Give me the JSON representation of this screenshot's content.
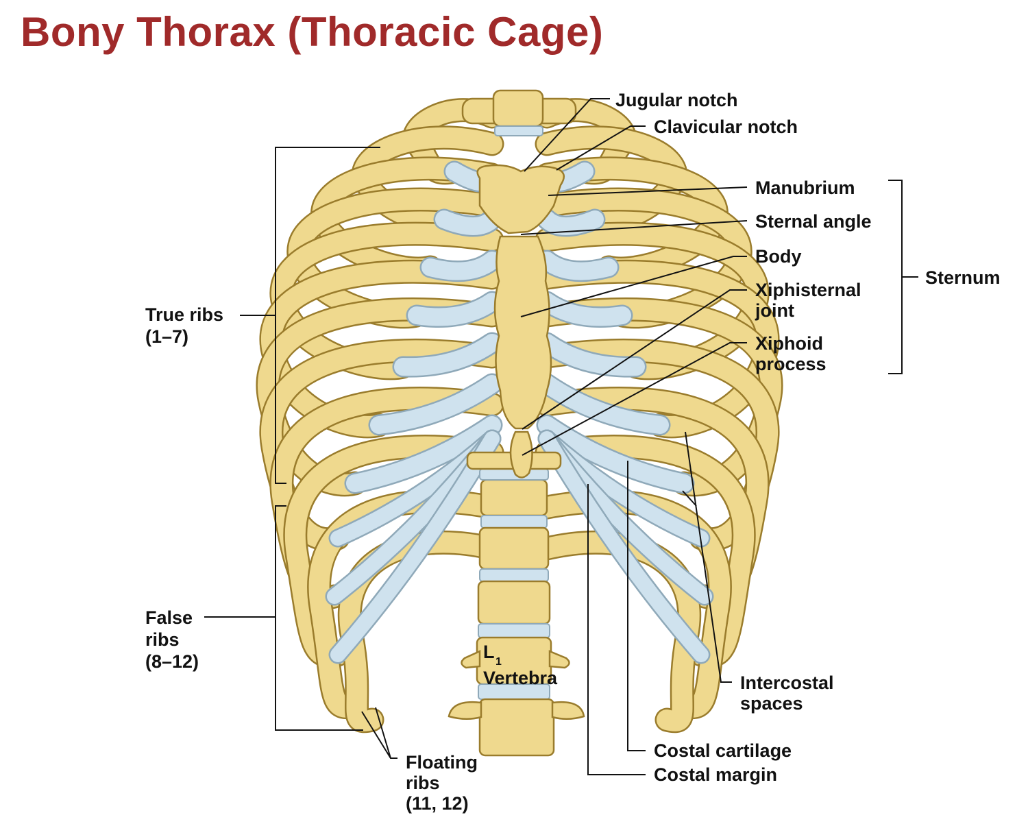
{
  "title": "Bony Thorax (Thoracic Cage)",
  "labels": {
    "jugular_notch": "Jugular notch",
    "clavicular_notch": "Clavicular notch",
    "manubrium": "Manubrium",
    "sternal_angle": "Sternal angle",
    "body": "Body",
    "xiphisternal_joint_1": "Xiphisternal",
    "xiphisternal_joint_2": "joint",
    "xiphoid_process_1": "Xiphoid",
    "xiphoid_process_2": "process",
    "sternum": "Sternum",
    "true_ribs_1": "True ribs",
    "true_ribs_2": "(1–7)",
    "false_ribs_1": "False",
    "false_ribs_2": "ribs",
    "false_ribs_3": "(8–12)",
    "vertebra_L": "L",
    "vertebra_sub": "1",
    "vertebra_word": "Vertebra",
    "intercostal_1": "Intercostal",
    "intercostal_2": "spaces",
    "costal_cartilage": "Costal cartilage",
    "costal_margin": "Costal margin",
    "floating_1": "Floating",
    "floating_2": "ribs",
    "floating_3": "(11, 12)"
  },
  "colors": {
    "title": "#a02a2a",
    "bone": "#efd98e",
    "bone_outline": "#9a7c2c",
    "cartilage": "#cfe2ee",
    "cartilage_outline": "#8fa9b9"
  }
}
